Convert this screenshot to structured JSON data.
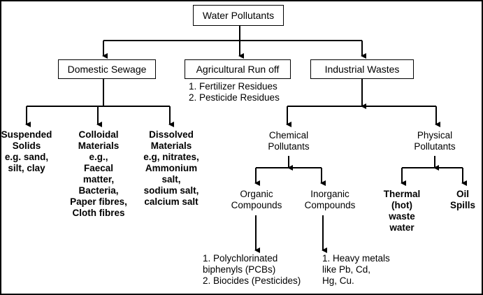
{
  "root": "Water Pollutants",
  "level1": {
    "domestic": "Domestic Sewage",
    "agricultural": "Agricultural Run off",
    "industrial": "Industrial Wastes"
  },
  "agricultural_items": "1. Fertilizer Residues\n2. Pesticide Residues",
  "domestic_children": {
    "suspended": "Suspended\nSolids\ne.g. sand,\nsilt, clay",
    "colloidal": "Colloidal\nMaterials\ne.g.,\nFaecal\nmatter,\nBacteria,\nPaper fibres,\nCloth fibres",
    "dissolved": "Dissolved\nMaterials\ne.g, nitrates,\nAmmonium\nsalt,\nsodium salt,\ncalcium salt"
  },
  "industrial_children": {
    "chemical": "Chemical\nPollutants",
    "physical": "Physical\nPollutants"
  },
  "chemical_children": {
    "organic": "Organic\nCompounds",
    "inorganic": "Inorganic\nCompounds"
  },
  "physical_children": {
    "thermal": "Thermal\n(hot)\nwaste\nwater",
    "oil": "Oil\nSpills"
  },
  "organic_items": "1. Polychlorinated\n    biphenyls (PCBs)\n2. Biocides (Pesticides)",
  "inorganic_items": "1. Heavy metals\n    like Pb, Cd,\n    Hg, Cu."
}
